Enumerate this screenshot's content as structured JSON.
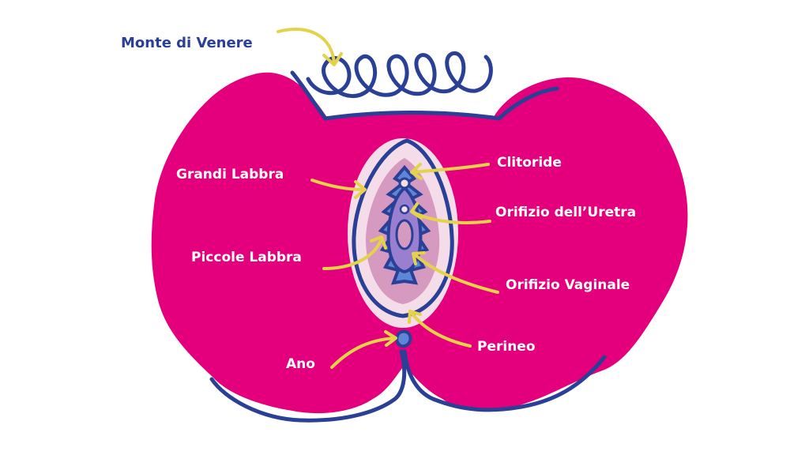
{
  "colors": {
    "body": "#e4007c",
    "outline": "#2a3f96",
    "arrow": "#e3d24a",
    "inner_light": "#f4dde8",
    "inner_pink": "#d69ac0",
    "inner_blue": "#5f86d6",
    "inner_lilac": "#9a7fd0",
    "label_white": "#ffffff"
  },
  "labels": {
    "monte": "Monte di Venere",
    "grandi": "Grandi Labbra",
    "piccole": "Piccole Labbra",
    "ano": "Ano",
    "clitoride": "Clitoride",
    "uretra": "Orifizio dell’Uretra",
    "vaginale": "Orifizio Vaginale",
    "perineo": "Perineo"
  }
}
